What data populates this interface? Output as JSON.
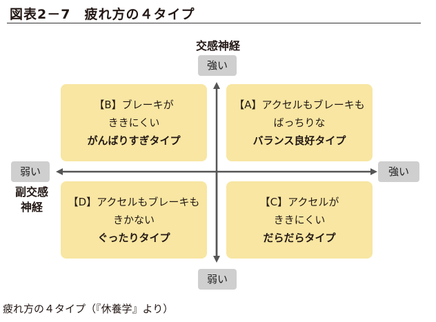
{
  "figure": {
    "title": "図表2－7　疲れ方の４タイプ",
    "caption": "疲れ方の４タイプ（『休養学』より）"
  },
  "axes": {
    "vertical_name": "交感神経",
    "horizontal_name_line1": "副交感",
    "horizontal_name_line2": "神経",
    "top_label": "強い",
    "bottom_label": "弱い",
    "left_label": "弱い",
    "right_label": "強い"
  },
  "quadrants": {
    "b": {
      "line1": "【B】ブレーキが",
      "line2": "ききにくい",
      "line3": "がんばりすぎタイプ"
    },
    "a": {
      "line1": "【A】アクセルもブレーキも",
      "line2": "ばっちりな",
      "line3": "バランス良好タイプ"
    },
    "d": {
      "line1": "【D】アクセルもブレーキも",
      "line2": "きかない",
      "line3": "ぐったりタイプ"
    },
    "c": {
      "line1": "【C】アクセルが",
      "line2": "ききにくい",
      "line3": "だらだらタイプ"
    }
  },
  "colors": {
    "quadrant_fill": "#f8e6a2",
    "pill_fill": "#cfcfcf",
    "axis": "#555555"
  }
}
